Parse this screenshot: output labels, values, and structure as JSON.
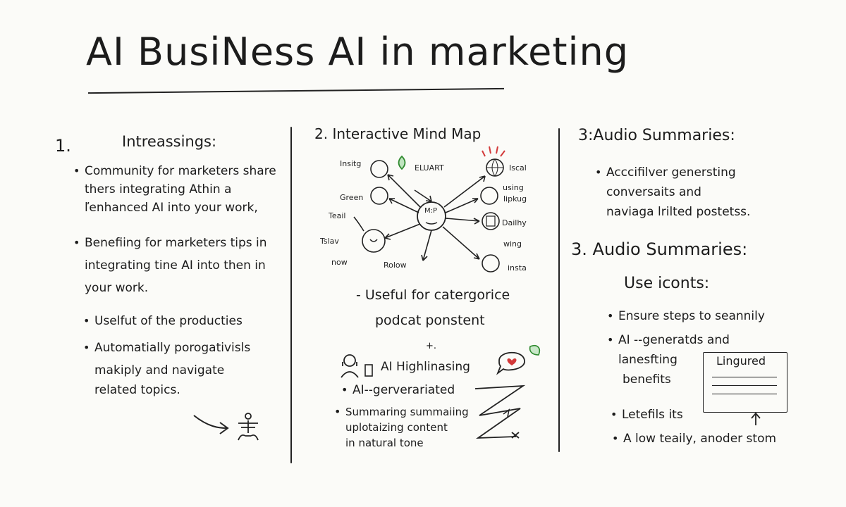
{
  "title": "AI BusiNess AI in marketing",
  "col1": {
    "number": "1.",
    "heading": "Intreassings:",
    "bullets": [
      [
        "Community for marketers share",
        "thers integrating Athin a",
        "ľenhanced AI into your work,"
      ],
      [
        "Benefiing for marketers tips in",
        "integrating tine AI into then in",
        "your work."
      ],
      [
        "Uselfut of the producties"
      ],
      [
        "Automatially porogativisls",
        "makiply and navigate",
        "related topics."
      ]
    ]
  },
  "col2": {
    "heading": "2. Interactive Mind Map",
    "map_labels": {
      "insitg": "Insitg",
      "eluart": "ELUART",
      "iscal": "Iscal",
      "green": "Green",
      "using": "using",
      "lipkug": "lipkug",
      "teail": "Teail",
      "center": "M:P",
      "dailhy": "Dailhy",
      "tslav": "Tslav",
      "wing": "wing",
      "now": "now",
      "rolow": "Rolow",
      "insta": "insta"
    },
    "useful_line1": "- Useful for catergorice",
    "useful_line2": "podcat ponstent",
    "plus": "+.",
    "ai_highlight": "AI Highlinasing",
    "bullets": [
      [
        "AI--gerverariated"
      ],
      [
        "Summaring summaiing",
        "uplotaizing content",
        "in natural tone"
      ]
    ]
  },
  "col3": {
    "heading1": "3:Audio Summaries:",
    "bullet1": [
      "Acccifilver genersting",
      "conversaits and",
      "naviaga lrilted postetss."
    ],
    "heading2": "3. Audio Summaries:",
    "subheading": "Use iconts:",
    "bullets": [
      [
        "Ensure steps to seannily"
      ],
      [
        "AI --generatds and",
        "lanesfting",
        "benefits"
      ],
      [
        "Letefils its"
      ],
      [
        "A low teaily, anoder stom"
      ]
    ],
    "card_label": "Lingured"
  },
  "colors": {
    "ink": "#1c1c1c",
    "accent_red": "#d33a3a",
    "accent_green": "#3a8a3a"
  },
  "icons": [
    "smiley-face-icon",
    "location-pin-icon",
    "globe-icon",
    "person-icon",
    "document-icon",
    "arrow-icon",
    "headset-person-icon",
    "chat-bubble-heart-icon",
    "leaf-icon",
    "up-arrow-icon"
  ]
}
